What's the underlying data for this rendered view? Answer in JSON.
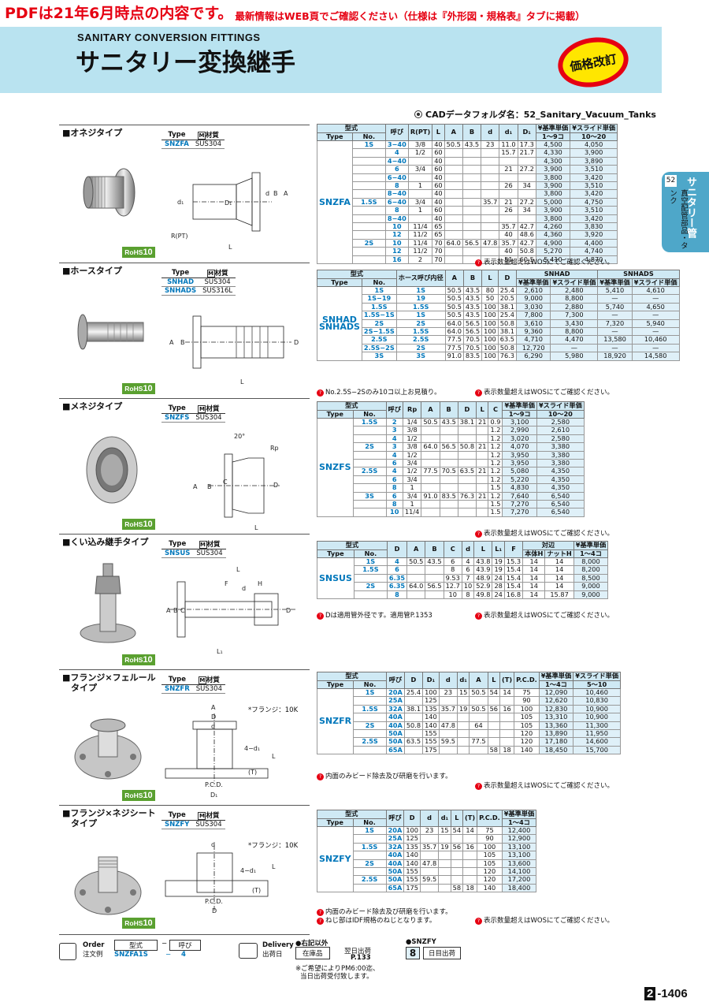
{
  "banner": {
    "big": "PDFは21年6月時点の内容です。",
    "small": "最新情報はWEB頁でご確認ください（仕様は『外形図・規格表』タブに掲載）"
  },
  "header": {
    "en": "SANITARY CONVERSION FITTINGS",
    "jp": "サニタリー変換継手",
    "badge": "価格改訂"
  },
  "cad": "CADデータフォルダ名：52_Sanitary_Vacuum_Tanks",
  "side": {
    "num": "52",
    "t1": "サニタリー管",
    "t2": "真空配管部品・タンク"
  },
  "sections": [
    {
      "title": "■オネジタイプ",
      "rohs_a": "RoHS",
      "rohs_b": "10",
      "mat_h": [
        "Type",
        "材質"
      ],
      "mat": [
        [
          "SNZFA",
          "SUS304"
        ]
      ]
    },
    {
      "title": "■ホースタイプ",
      "rohs_a": "RoHS",
      "rohs_b": "10",
      "mat_h": [
        "Type",
        "材質"
      ],
      "mat": [
        [
          "SNHAD",
          "SUS304"
        ],
        [
          "SNHADS",
          "SUS316L"
        ]
      ]
    },
    {
      "title": "■メネジタイプ",
      "rohs_a": "RoHS",
      "rohs_b": "10",
      "mat_h": [
        "Type",
        "材質"
      ],
      "mat": [
        [
          "SNZFS",
          "SUS304"
        ]
      ]
    },
    {
      "title": "■くい込み継手タイプ",
      "rohs_a": "RoHS",
      "rohs_b": "10",
      "mat_h": [
        "Type",
        "材質"
      ],
      "mat": [
        [
          "SNSUS",
          "SUS304"
        ]
      ]
    },
    {
      "title": "■フランジ×フェルール\n　タイプ",
      "rohs_a": "RoHS",
      "rohs_b": "10",
      "mat_h": [
        "Type",
        "材質"
      ],
      "mat": [
        [
          "SNZFR",
          "SUS304"
        ]
      ],
      "flange": "*フランジ：10K"
    },
    {
      "title": "■フランジ×ネジシート\n　タイプ",
      "rohs_a": "RoHS",
      "rohs_b": "10",
      "mat_h": [
        "Type",
        "材質"
      ],
      "mat": [
        [
          "SNZFY",
          "SUS304"
        ]
      ],
      "flange": "*フランジ：10K"
    }
  ],
  "m_label": "M",
  "snzfa": {
    "head": [
      "型式",
      "呼び",
      "R(PT)",
      "L",
      "A",
      "B",
      "d",
      "d₁",
      "D₁",
      "¥基準単価",
      "¥スライド単価",
      "Type",
      "No.",
      "1〜9コ",
      "10〜20"
    ],
    "type": "SNZFA",
    "rows": [
      [
        "1S",
        "3−40",
        "3/8",
        "40",
        "50.5",
        "43.5",
        "23",
        "11.0",
        "17.3",
        "4,500",
        "4,050"
      ],
      [
        "",
        "4",
        "1/2",
        "60",
        "",
        "",
        "",
        "15.7",
        "21.7",
        "4,330",
        "3,900"
      ],
      [
        "",
        "4−40",
        "",
        "40",
        "",
        "",
        "",
        "",
        "",
        "4,300",
        "3,890"
      ],
      [
        "",
        "6",
        "3/4",
        "60",
        "",
        "",
        "",
        "21",
        "27.2",
        "3,900",
        "3,510"
      ],
      [
        "",
        "6−40",
        "",
        "40",
        "",
        "",
        "",
        "",
        "",
        "3,800",
        "3,420"
      ],
      [
        "",
        "8",
        "1",
        "60",
        "",
        "",
        "",
        "26",
        "34",
        "3,900",
        "3,510"
      ],
      [
        "",
        "8−40",
        "",
        "40",
        "",
        "",
        "",
        "",
        "",
        "3,800",
        "3,420"
      ],
      [
        "1.5S",
        "6−40",
        "3/4",
        "40",
        "",
        "",
        "35.7",
        "21",
        "27.2",
        "5,000",
        "4,750"
      ],
      [
        "",
        "8",
        "1",
        "60",
        "",
        "",
        "",
        "26",
        "34",
        "3,900",
        "3,510"
      ],
      [
        "",
        "8−40",
        "",
        "40",
        "",
        "",
        "",
        "",
        "",
        "3,800",
        "3,420"
      ],
      [
        "",
        "10",
        "11/4",
        "65",
        "",
        "",
        "",
        "35.7",
        "42.7",
        "4,260",
        "3,830"
      ],
      [
        "",
        "12",
        "11/2",
        "65",
        "",
        "",
        "",
        "40",
        "48.6",
        "4,360",
        "3,920"
      ],
      [
        "2S",
        "10",
        "11/4",
        "70",
        "64.0",
        "56.5",
        "47.8",
        "35.7",
        "42.7",
        "4,900",
        "4,400"
      ],
      [
        "",
        "12",
        "11/2",
        "70",
        "",
        "",
        "",
        "40",
        "50.8",
        "5,270",
        "4,740"
      ],
      [
        "",
        "16",
        "2",
        "70",
        "",
        "",
        "",
        "51",
        "60.5",
        "5,410",
        "4,870"
      ]
    ],
    "note": "表示数量超えはWOSにてご確認ください。"
  },
  "snhad": {
    "head": [
      "型式",
      "ホース呼び内径",
      "A",
      "B",
      "L",
      "D",
      "SNHAD",
      "SNHADS",
      "Type",
      "No.",
      "¥基準単価",
      "¥スライド単価",
      "¥基準単価",
      "¥スライド単価",
      "1〜9コ",
      "10〜20",
      "1〜9コ",
      "10〜20"
    ],
    "type": "SNHAD\nSNHADS",
    "rows": [
      [
        "1S",
        "1S",
        "50.5",
        "43.5",
        "80",
        "25.4",
        "2,610",
        "2,480",
        "5,410",
        "4,610"
      ],
      [
        "1S−19",
        "19",
        "50.5",
        "43.5",
        "50",
        "20.5",
        "9,000",
        "8,800",
        "—",
        "—"
      ],
      [
        "1.5S",
        "1.5S",
        "50.5",
        "43.5",
        "100",
        "38.1",
        "3,030",
        "2,880",
        "5,740",
        "4,650"
      ],
      [
        "1.5S−1S",
        "1S",
        "50.5",
        "43.5",
        "100",
        "25.4",
        "7,800",
        "7,300",
        "—",
        "—"
      ],
      [
        "2S",
        "2S",
        "64.0",
        "56.5",
        "100",
        "50.8",
        "3,610",
        "3,430",
        "7,320",
        "5,940"
      ],
      [
        "2S−1.5S",
        "1.5S",
        "64.0",
        "56.5",
        "100",
        "38.1",
        "9,360",
        "8,800",
        "—",
        "—"
      ],
      [
        "2.5S",
        "2.5S",
        "77.5",
        "70.5",
        "100",
        "63.5",
        "4,710",
        "4,470",
        "13,580",
        "10,460"
      ],
      [
        "2.5S−2S",
        "2S",
        "77.5",
        "70.5",
        "100",
        "50.8",
        "12,720",
        "—",
        "—",
        "—"
      ],
      [
        "3S",
        "3S",
        "91.0",
        "83.5",
        "100",
        "76.3",
        "6,290",
        "5,980",
        "18,920",
        "14,580"
      ]
    ],
    "note1": "No.2.5S−2Sのみ10コ以上お見積り。",
    "note2": "表示数量超えはWOSにてご確認ください。"
  },
  "snzfs": {
    "head": [
      "型式",
      "呼び",
      "Rp",
      "A",
      "B",
      "D",
      "L",
      "C",
      "¥基準単価",
      "¥スライド単価",
      "Type",
      "No.",
      "1〜9コ",
      "10〜20"
    ],
    "type": "SNZFS",
    "rows": [
      [
        "1.5S",
        "2",
        "1/4",
        "50.5",
        "43.5",
        "38.1",
        "21",
        "0.9",
        "3,100",
        "2,580"
      ],
      [
        "",
        "3",
        "3/8",
        "",
        "",
        "",
        "",
        "1.2",
        "2,990",
        "2,610"
      ],
      [
        "",
        "4",
        "1/2",
        "",
        "",
        "",
        "",
        "1.2",
        "3,020",
        "2,580"
      ],
      [
        "2S",
        "3",
        "3/8",
        "64.0",
        "56.5",
        "50.8",
        "21",
        "1.2",
        "4,070",
        "3,380"
      ],
      [
        "",
        "4",
        "1/2",
        "",
        "",
        "",
        "",
        "1.2",
        "3,950",
        "3,380"
      ],
      [
        "",
        "6",
        "3/4",
        "",
        "",
        "",
        "",
        "1.2",
        "3,950",
        "3,380"
      ],
      [
        "2.5S",
        "4",
        "1/2",
        "77.5",
        "70.5",
        "63.5",
        "21",
        "1.2",
        "5,080",
        "4,350"
      ],
      [
        "",
        "6",
        "3/4",
        "",
        "",
        "",
        "",
        "1.2",
        "5,220",
        "4,350"
      ],
      [
        "",
        "8",
        "1",
        "",
        "",
        "",
        "",
        "1.5",
        "4,830",
        "4,350"
      ],
      [
        "3S",
        "6",
        "3/4",
        "91.0",
        "83.5",
        "76.3",
        "21",
        "1.2",
        "7,640",
        "6,540"
      ],
      [
        "",
        "8",
        "1",
        "",
        "",
        "",
        "",
        "1.5",
        "7,270",
        "6,540"
      ],
      [
        "",
        "10",
        "11/4",
        "",
        "",
        "",
        "",
        "1.5",
        "7,270",
        "6,540"
      ]
    ],
    "note": "表示数量超えはWOSにてご確認ください。"
  },
  "snsus": {
    "head": [
      "型式",
      "D",
      "A",
      "B",
      "C",
      "d",
      "L",
      "L₁",
      "F",
      "対辺",
      "¥基準単価",
      "Type",
      "No.",
      "本体H",
      "ナットH",
      "1〜4コ"
    ],
    "type": "SNSUS",
    "rows": [
      [
        "1S",
        "4",
        "50.5",
        "43.5",
        "6",
        "4",
        "43.8",
        "19",
        "15.3",
        "14",
        "14",
        "8,000"
      ],
      [
        "1.5S",
        "6",
        "",
        "",
        "8",
        "6",
        "43.9",
        "19",
        "15.4",
        "14",
        "14",
        "8,200"
      ],
      [
        "",
        "6.35",
        "",
        "",
        "9.53",
        "7",
        "48.9",
        "24",
        "15.4",
        "14",
        "14",
        "8,500"
      ],
      [
        "2S",
        "6.35",
        "64.0",
        "56.5",
        "12.7",
        "10",
        "52.9",
        "28",
        "15.4",
        "14",
        "14",
        "9,000"
      ],
      [
        "",
        "8",
        "",
        "",
        "10",
        "8",
        "49.8",
        "24",
        "16.8",
        "14",
        "15.87",
        "9,000"
      ]
    ],
    "note1": "Dは適用管外径です。適用管P.1353",
    "note2": "表示数量超えはWOSにてご確認ください。"
  },
  "snzfr": {
    "head": [
      "型式",
      "呼び",
      "D",
      "D₁",
      "d",
      "d₁",
      "A",
      "L",
      "(T)",
      "P.C.D.",
      "¥基準単価",
      "¥スライド単価",
      "Type",
      "No.",
      "1〜4コ",
      "5〜10"
    ],
    "type": "SNZFR",
    "rows": [
      [
        "1S",
        "20A",
        "25.4",
        "100",
        "23",
        "15",
        "50.5",
        "54",
        "14",
        "75",
        "12,090",
        "10,460"
      ],
      [
        "",
        "25A",
        "",
        "125",
        "",
        "",
        "",
        "",
        "",
        "90",
        "12,620",
        "10,830"
      ],
      [
        "1.5S",
        "32A",
        "38.1",
        "135",
        "35.7",
        "19",
        "50.5",
        "56",
        "16",
        "100",
        "12,830",
        "10,900"
      ],
      [
        "",
        "40A",
        "",
        "140",
        "",
        "",
        "",
        "",
        "",
        "105",
        "13,310",
        "10,900"
      ],
      [
        "2S",
        "40A",
        "50.8",
        "140",
        "47.8",
        "",
        "64",
        "",
        "",
        "105",
        "13,360",
        "11,300"
      ],
      [
        "",
        "50A",
        "",
        "155",
        "",
        "",
        "",
        "",
        "",
        "120",
        "13,890",
        "11,950"
      ],
      [
        "2.5S",
        "50A",
        "63.5",
        "155",
        "59.5",
        "",
        "77.5",
        "",
        "",
        "120",
        "17,180",
        "14,600"
      ],
      [
        "",
        "65A",
        "",
        "175",
        "",
        "",
        "",
        "58",
        "18",
        "140",
        "18,450",
        "15,700"
      ]
    ],
    "note1": "内面のみビード除去及び研磨を行います。",
    "note2": "表示数量超えはWOSにてご確認ください。"
  },
  "snzfy": {
    "head": [
      "型式",
      "呼び",
      "D",
      "d",
      "d₁",
      "L",
      "(T)",
      "P.C.D.",
      "¥基準単価",
      "Type",
      "No.",
      "1〜4コ"
    ],
    "type": "SNZFY",
    "rows": [
      [
        "1S",
        "20A",
        "100",
        "23",
        "15",
        "54",
        "14",
        "75",
        "12,400"
      ],
      [
        "",
        "25A",
        "125",
        "",
        "",
        "",
        "",
        "90",
        "12,900"
      ],
      [
        "1.5S",
        "32A",
        "135",
        "35.7",
        "19",
        "56",
        "16",
        "100",
        "13,100"
      ],
      [
        "",
        "40A",
        "140",
        "",
        "",
        "",
        "",
        "105",
        "13,100"
      ],
      [
        "2S",
        "40A",
        "140",
        "47.8",
        "",
        "",
        "",
        "105",
        "13,600"
      ],
      [
        "",
        "50A",
        "155",
        "",
        "",
        "",
        "",
        "120",
        "14,100"
      ],
      [
        "2.5S",
        "50A",
        "155",
        "59.5",
        "",
        "",
        "",
        "120",
        "17,200"
      ],
      [
        "",
        "65A",
        "175",
        "",
        "",
        "58",
        "18",
        "140",
        "18,400"
      ]
    ],
    "note1": "内面のみビード除去及び研磨を行います。",
    "note2": "ねじ部はIDF規格のねじとなります。",
    "note3": "表示数量超えはWOSにてご確認ください。"
  },
  "bottom": {
    "order": "Order",
    "order_jp": "注文例",
    "type_h": "型式",
    "sep": "−",
    "no_h": "呼び",
    "ex_type": "SNZFA1S",
    "ex_sep": "−",
    "ex_no": "4",
    "delivery": "Delivery",
    "delivery_jp": "出荷日",
    "left_h": "●右記以外",
    "stock": "在庫品",
    "next": "翌日出荷",
    "pg": "P.133",
    "n1": "※ご希望によりPM6:00迄、",
    "n2": "当日出荷受付致します。",
    "right_h": "●SNZFY",
    "days": "8",
    "days_t": "日目出荷"
  },
  "page": {
    "box": "2",
    "num": "-1406"
  }
}
